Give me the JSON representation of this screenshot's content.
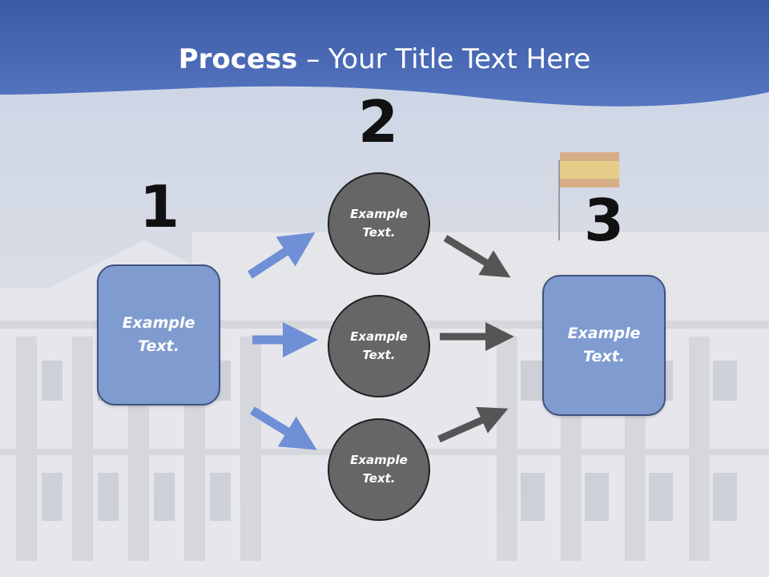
{
  "slide": {
    "title_bold": "Process",
    "title_rest": " – Your Title Text Here"
  },
  "diagram": {
    "step_numbers": [
      "1",
      "2",
      "3"
    ],
    "left_box_text": "Example Text.",
    "right_box_text": "Example Text.",
    "circles": [
      "Example Text.",
      "Example Text.",
      "Example Text."
    ]
  },
  "colors": {
    "header_blue": "#4a6cb6",
    "box_fill": "#7f9bd0",
    "box_border": "#3f537f",
    "circle_fill": "#666666",
    "blue_arrow": "#6f8fd6",
    "gray_arrow": "#555555"
  }
}
